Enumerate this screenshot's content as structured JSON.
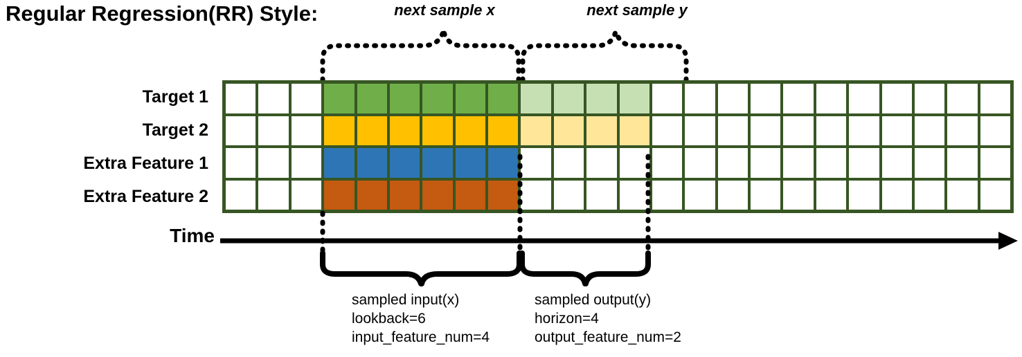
{
  "title": "Regular Regression(RR) Style:",
  "rows": [
    {
      "label": "Target 1",
      "name": "target-1"
    },
    {
      "label": "Target 2",
      "name": "target-2"
    },
    {
      "label": "Extra Feature 1",
      "name": "extra-feature-1"
    },
    {
      "label": "Extra Feature 2",
      "name": "extra-feature-2"
    }
  ],
  "grid": {
    "columns": 24,
    "leading_blank": 3,
    "input_span": 6,
    "output_span": 4,
    "trailing_blank": 11,
    "row_fills": [
      [
        "white",
        "white",
        "white",
        "green",
        "green",
        "green",
        "green",
        "green",
        "green",
        "green-lt",
        "green-lt",
        "green-lt",
        "green-lt",
        "white",
        "white",
        "white",
        "white",
        "white",
        "white",
        "white",
        "white",
        "white",
        "white",
        "white"
      ],
      [
        "white",
        "white",
        "white",
        "yellow",
        "yellow",
        "yellow",
        "yellow",
        "yellow",
        "yellow",
        "yellow-lt",
        "yellow-lt",
        "yellow-lt",
        "yellow-lt",
        "white",
        "white",
        "white",
        "white",
        "white",
        "white",
        "white",
        "white",
        "white",
        "white",
        "white"
      ],
      [
        "white",
        "white",
        "white",
        "blue",
        "blue",
        "blue",
        "blue",
        "blue",
        "blue",
        "white",
        "white",
        "white",
        "white",
        "white",
        "white",
        "white",
        "white",
        "white",
        "white",
        "white",
        "white",
        "white",
        "white",
        "white"
      ],
      [
        "white",
        "white",
        "white",
        "orange",
        "orange",
        "orange",
        "orange",
        "orange",
        "orange",
        "white",
        "white",
        "white",
        "white",
        "white",
        "white",
        "white",
        "white",
        "white",
        "white",
        "white",
        "white",
        "white",
        "white",
        "white"
      ]
    ]
  },
  "colors": {
    "grid_border": "#375623",
    "green": "#6FAE49",
    "green_light": "#C6E0B4",
    "yellow": "#FFC000",
    "yellow_light": "#FFE699",
    "blue": "#2E75B6",
    "orange": "#C55A11",
    "axis": "#000000"
  },
  "axis": {
    "label": "Time"
  },
  "top_braces": [
    {
      "name": "next-sample-x",
      "label": "next sample x"
    },
    {
      "name": "next-sample-y",
      "label": "next sample y"
    }
  ],
  "bottom_annotations": [
    {
      "name": "sampled-input",
      "line1": "sampled input(x)",
      "line2": "lookback=6",
      "line3": "input_feature_num=4"
    },
    {
      "name": "sampled-output",
      "line1": "sampled output(y)",
      "line2": "horizon=4",
      "line3": "output_feature_num=2"
    }
  ]
}
